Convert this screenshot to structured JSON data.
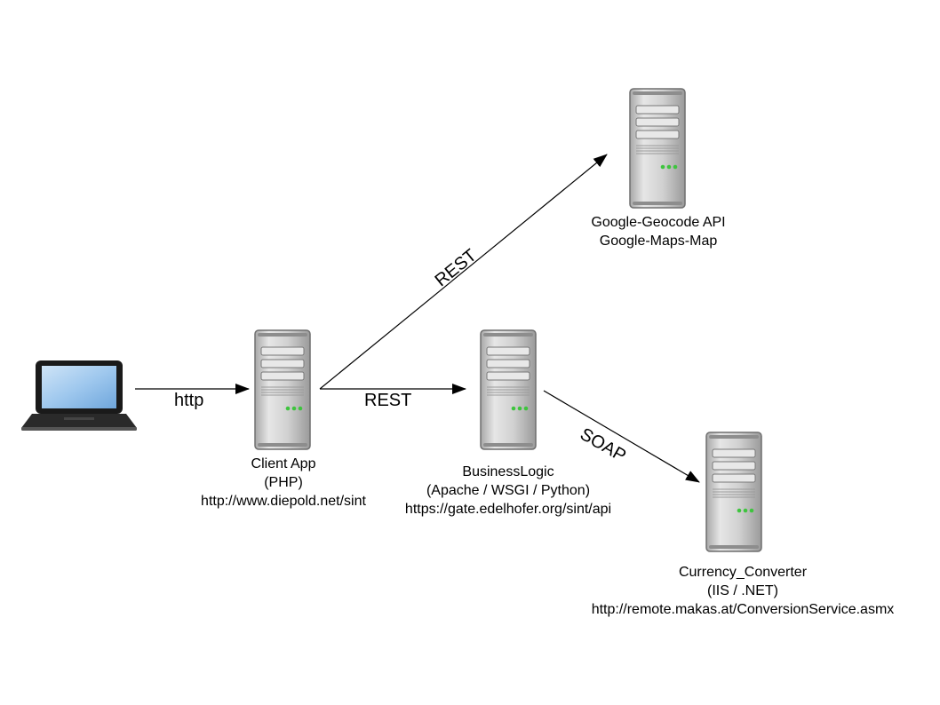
{
  "nodes": {
    "laptop": {
      "icon": "laptop-icon"
    },
    "client": {
      "icon": "server-icon",
      "lines": [
        "Client App",
        "(PHP)",
        "http://www.diepold.net/sint"
      ]
    },
    "business": {
      "icon": "server-icon",
      "lines": [
        "BusinessLogic",
        "(Apache / WSGI / Python)",
        "https://gate.edelhofer.org/sint/api"
      ]
    },
    "google": {
      "icon": "server-icon",
      "lines": [
        "Google-Geocode API",
        "Google-Maps-Map"
      ]
    },
    "currency": {
      "icon": "server-icon",
      "lines": [
        "Currency_Converter",
        "(IIS / .NET)",
        "http://remote.makas.at/ConversionService.asmx"
      ]
    }
  },
  "edges": {
    "laptop_client": "http",
    "client_business": "REST",
    "client_google": "REST",
    "business_currency": "SOAP"
  },
  "colors": {
    "server_body": "#c9c9c9",
    "server_led": "#3ec43e",
    "screen": "#9fc8ee",
    "line": "#000000"
  }
}
